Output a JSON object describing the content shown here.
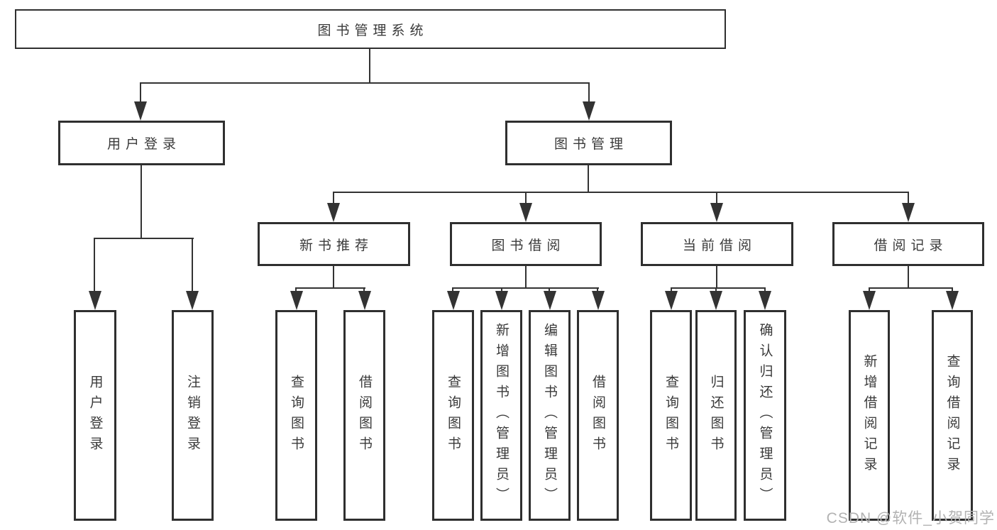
{
  "colors": {
    "background": "#ffffff",
    "line": "#333333",
    "box_border": "#2f2f2f",
    "text": "#3a3a3a",
    "watermark_text": "#b2b2b2"
  },
  "tree": {
    "root": {
      "label": "图书管理系统"
    },
    "branches": [
      {
        "label": "用户登录",
        "children": [
          {
            "label": "用户登录"
          },
          {
            "label": "注销登录"
          }
        ]
      },
      {
        "label": "图书管理",
        "children": [
          {
            "label": "新书推荐",
            "children": [
              {
                "label": "查询图书"
              },
              {
                "label": "借阅图书"
              }
            ]
          },
          {
            "label": "图书借阅",
            "children": [
              {
                "label": "查询图书"
              },
              {
                "label": "新增图书（管理员）"
              },
              {
                "label": "编辑图书（管理员）"
              },
              {
                "label": "借阅图书"
              }
            ]
          },
          {
            "label": "当前借阅",
            "children": [
              {
                "label": "查询图书"
              },
              {
                "label": "归还图书"
              },
              {
                "label": "确认归还（管理员）"
              }
            ]
          },
          {
            "label": "借阅记录",
            "children": [
              {
                "label": "新增借阅记录"
              },
              {
                "label": "查询借阅记录"
              }
            ]
          }
        ]
      }
    ]
  },
  "watermark": {
    "text": "CSDN @软件_小贺同学"
  }
}
